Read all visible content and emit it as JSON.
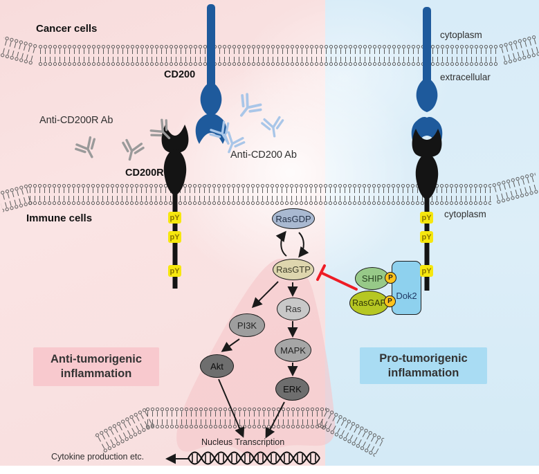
{
  "labels": {
    "cancer_cells": "Cancer cells",
    "cytoplasm_cancer": "cytoplasm",
    "extracellular": "extracellular",
    "cd200": "CD200",
    "cd200r": "CD200R",
    "anti_cd200r_ab": "Anti-CD200R Ab",
    "anti_cd200_ab": "Anti-CD200 Ab",
    "immune_cells": "Immune cells",
    "cytoplasm_immune": "cytoplasm",
    "nucleus_transcription": "Nucleus Transcription",
    "cytokine_production": "Cytokine production etc."
  },
  "banners": {
    "anti": {
      "line1": "Anti-tumorigenic",
      "line2": "inflammation",
      "bg": "#f8c9ce"
    },
    "pro": {
      "line1": "Pro-tumorigenic",
      "line2": "inflammation",
      "bg": "#a9dcf3"
    }
  },
  "pathway": {
    "rasgdp": "RasGDP",
    "rasgtp": "RasGTP",
    "pi3k": "PI3K",
    "akt": "Akt",
    "ras": "Ras",
    "mapk": "MAPK",
    "erk": "ERK",
    "ship": "SHIP",
    "rasgap": "RasGAP",
    "dok2": "Dok2",
    "phospho_site": "pY",
    "phosphate": "P"
  },
  "colors": {
    "left_background": "#fae3e3",
    "right_background": "#d9ecf7",
    "receptor_blue": "#1e5a9c",
    "receptor_black": "#141414",
    "antibody_gray": "#9a9a9a",
    "antibody_blue": "#a9c6e8",
    "inhibition_red": "#ee1c25",
    "phospho_yellow": "#f6e70e",
    "phosphate_orange": "#fec31c",
    "ship_green": "#97c988",
    "rasgap_green": "#b6c723",
    "dok2_blue": "#8ed1ee",
    "anti_banner": "#f8c9ce",
    "pro_banner": "#a9dcf3"
  }
}
